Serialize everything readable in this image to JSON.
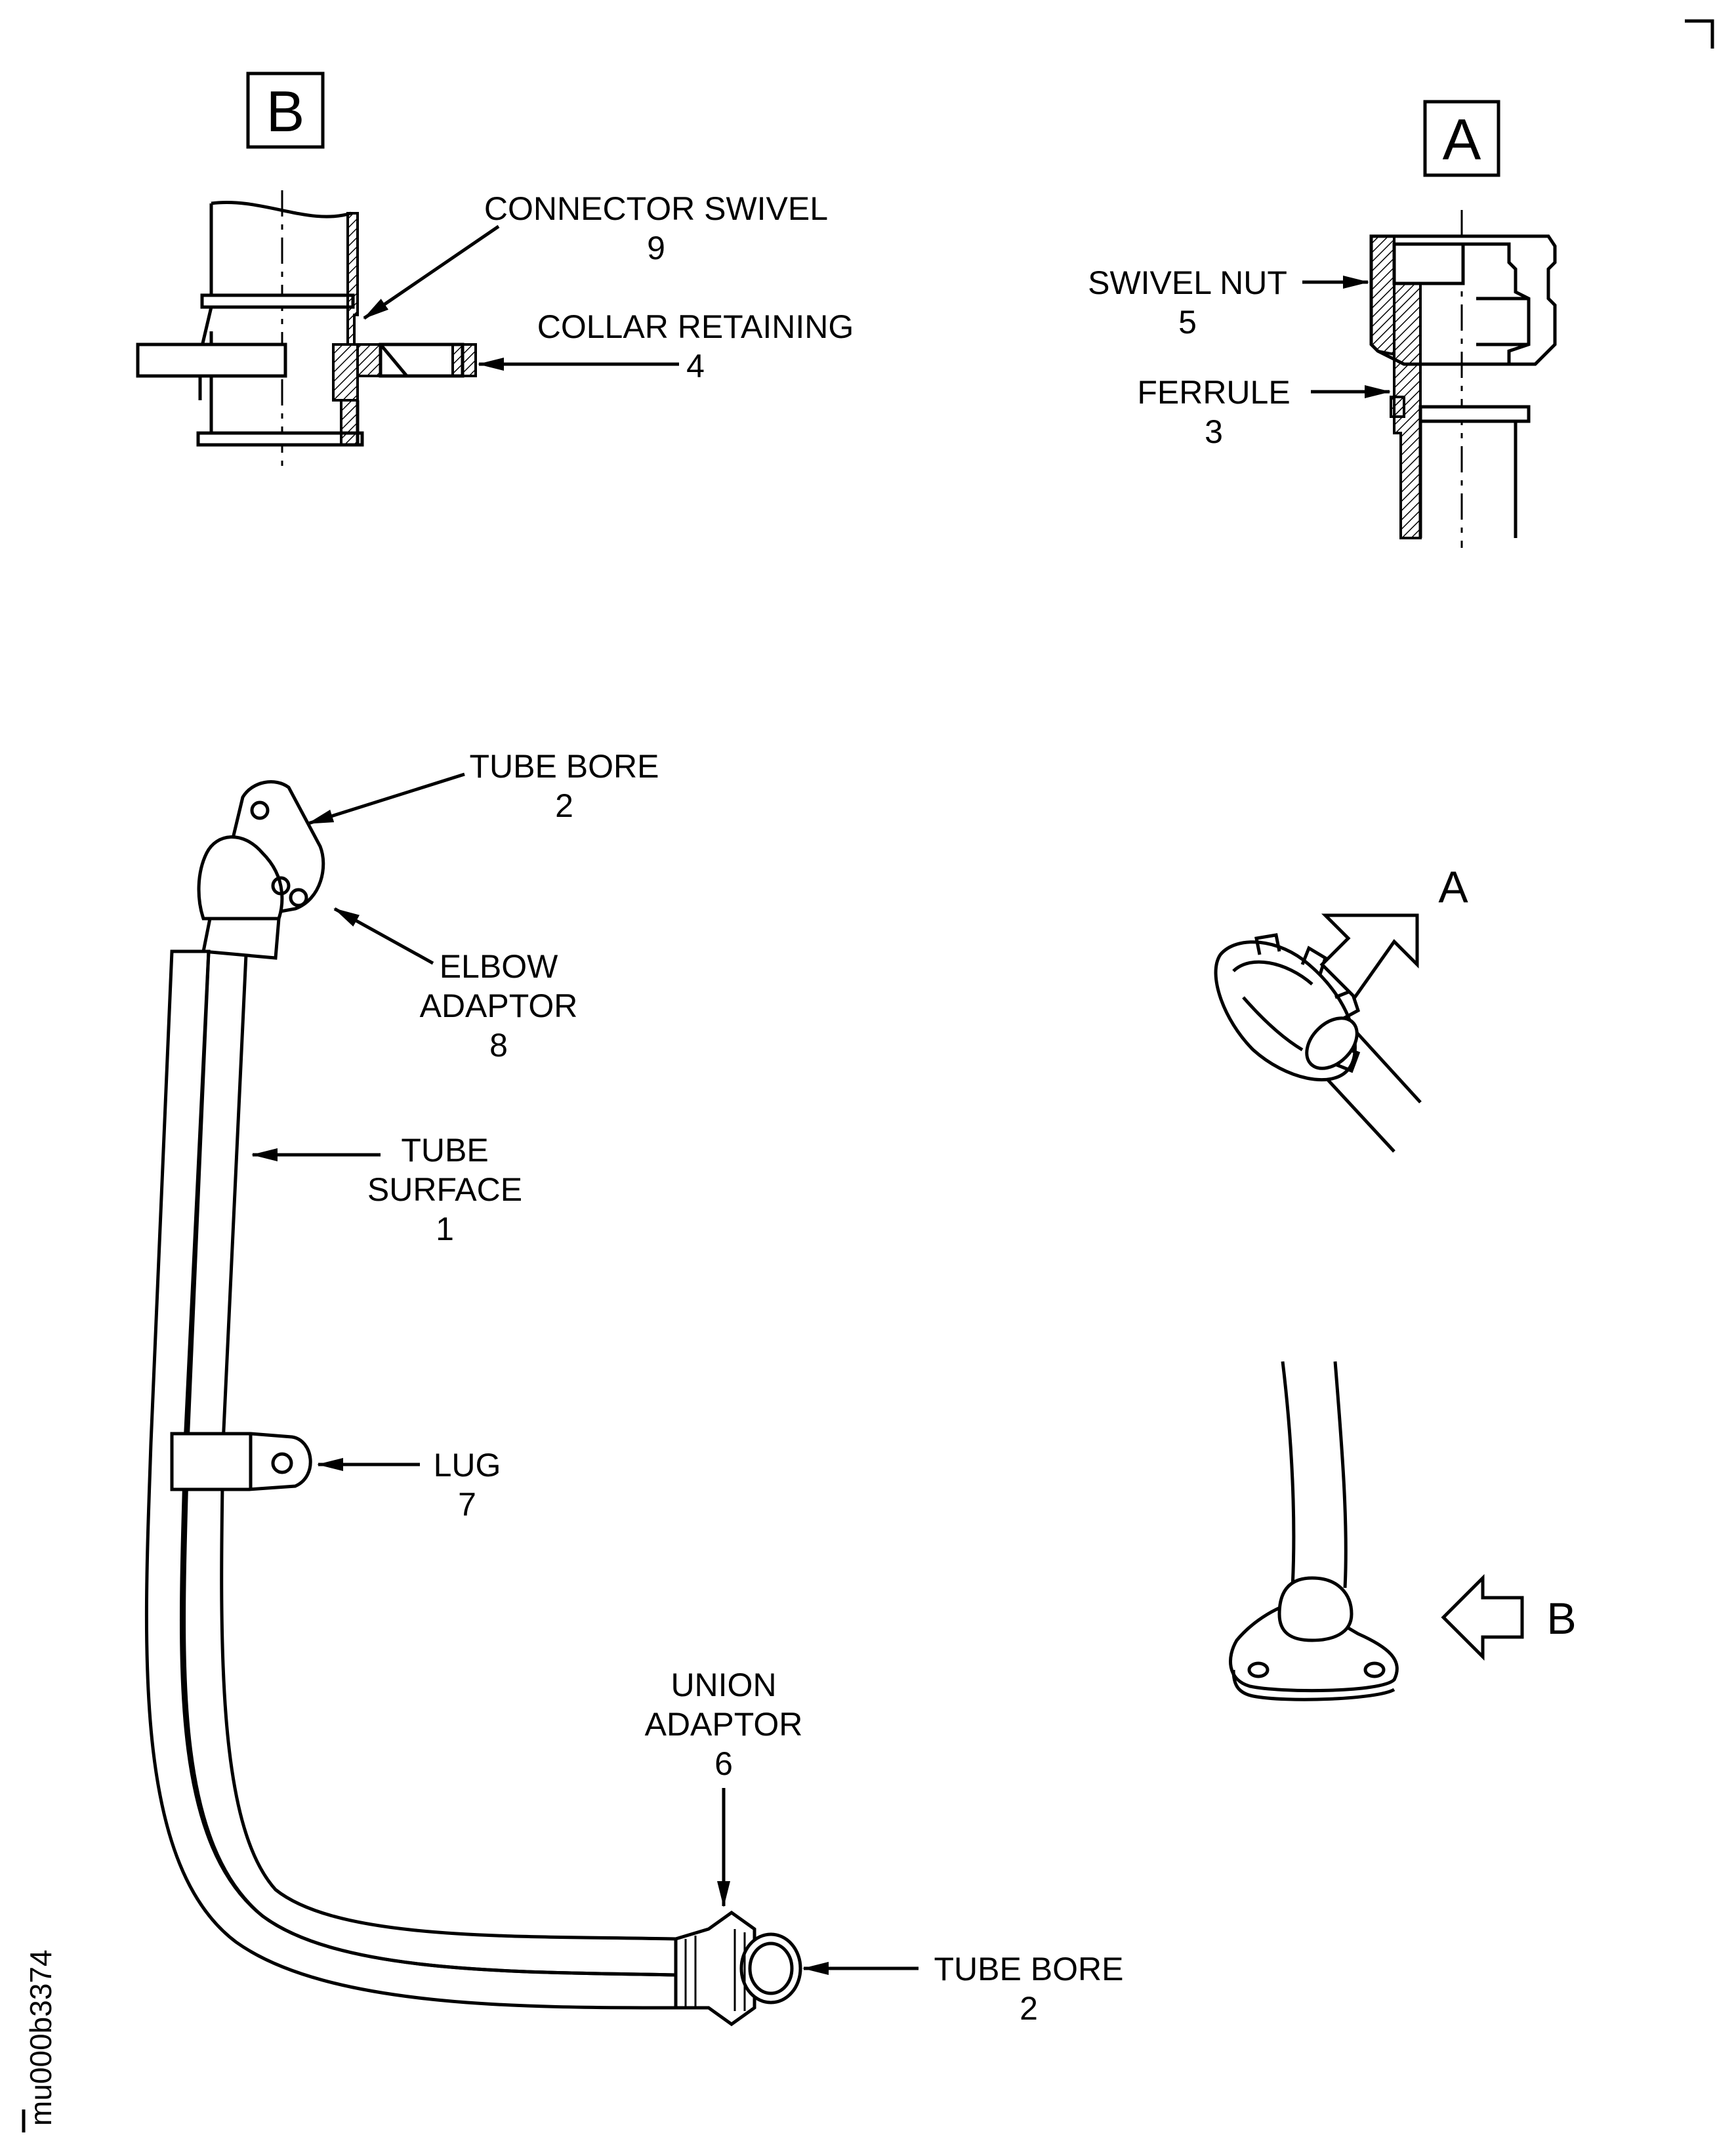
{
  "figure_id": "mu000b3374",
  "views": {
    "view_b": {
      "label": "B"
    },
    "view_a": {
      "label": "A"
    }
  },
  "callouts": {
    "connector_swivel": {
      "name": "CONNECTOR SWIVEL",
      "number": "9"
    },
    "collar_retaining": {
      "name": "COLLAR RETAINING",
      "number": "4"
    },
    "swivel_nut": {
      "name": "SWIVEL NUT",
      "number": "5"
    },
    "ferrule": {
      "name": "FERRULE",
      "number": "3"
    },
    "tube_bore_top": {
      "name": "TUBE BORE",
      "number": "2"
    },
    "elbow_adaptor": {
      "line1": "ELBOW",
      "line2": "ADAPTOR",
      "number": "8"
    },
    "tube_surface": {
      "line1": "TUBE",
      "line2": "SURFACE",
      "number": "1"
    },
    "lug": {
      "name": "LUG",
      "number": "7"
    },
    "union_adaptor": {
      "line1": "UNION",
      "line2": "ADAPTOR",
      "number": "6"
    },
    "tube_bore_bottom": {
      "name": "TUBE BORE",
      "number": "2"
    }
  },
  "view_arrows": {
    "arrow_a": {
      "label": "A"
    },
    "arrow_b": {
      "label": "B"
    }
  }
}
